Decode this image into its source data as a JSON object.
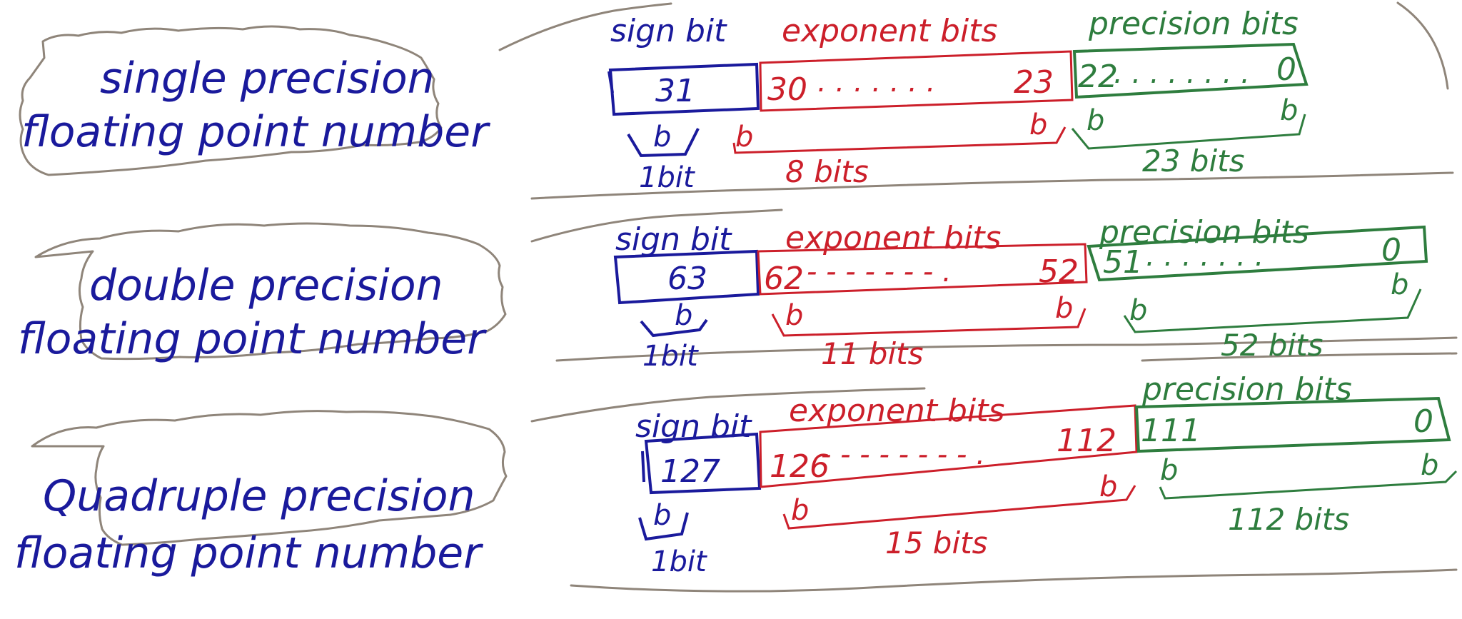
{
  "colors": {
    "sign": "#1a1a9c",
    "exponent": "#cc1f2a",
    "precision": "#2e7d3e",
    "outline": "#8f857a",
    "background": "#ffffff"
  },
  "rows": [
    {
      "title_line1": "single precision",
      "title_line2": "floating point number",
      "sign": {
        "heading": "sign bit",
        "bit_index": "31",
        "marker": "b",
        "count": "1bit"
      },
      "exponent": {
        "heading": "exponent bits",
        "high": "30",
        "low": "23",
        "dots": ". . . . . . .",
        "marker": "b",
        "count": "8 bits"
      },
      "precision": {
        "heading": "precision bits",
        "high": "22",
        "low": "0",
        "dots": ". . . . . . . .",
        "marker": "b",
        "count": "23 bits"
      }
    },
    {
      "title_line1": "double precision",
      "title_line2": "floating point number",
      "sign": {
        "heading": "sign bit",
        "bit_index": "63",
        "marker": "b",
        "count": "1bit"
      },
      "exponent": {
        "heading": "exponent bits",
        "high": "62",
        "low": "52",
        "dots": "- - - - - - - .",
        "marker": "b",
        "count": "11 bits"
      },
      "precision": {
        "heading": "precision bits",
        "high": "51",
        "low": "0",
        "dots": ". . . . . . .",
        "marker": "b",
        "count": "52 bits"
      }
    },
    {
      "title_line1": "Quadruple precision",
      "title_line2": "floating point number",
      "sign": {
        "heading": "sign bit",
        "bit_index": "127",
        "marker": "b",
        "count": "1bit"
      },
      "exponent": {
        "heading": "exponent bits",
        "high": "126",
        "low": "112",
        "dots": "- - - - - - - - .",
        "marker": "b",
        "count": "15 bits"
      },
      "precision": {
        "heading": "precision bits",
        "high": "111",
        "low": "0",
        "dots": "",
        "marker": "b",
        "count": "112 bits"
      }
    }
  ]
}
